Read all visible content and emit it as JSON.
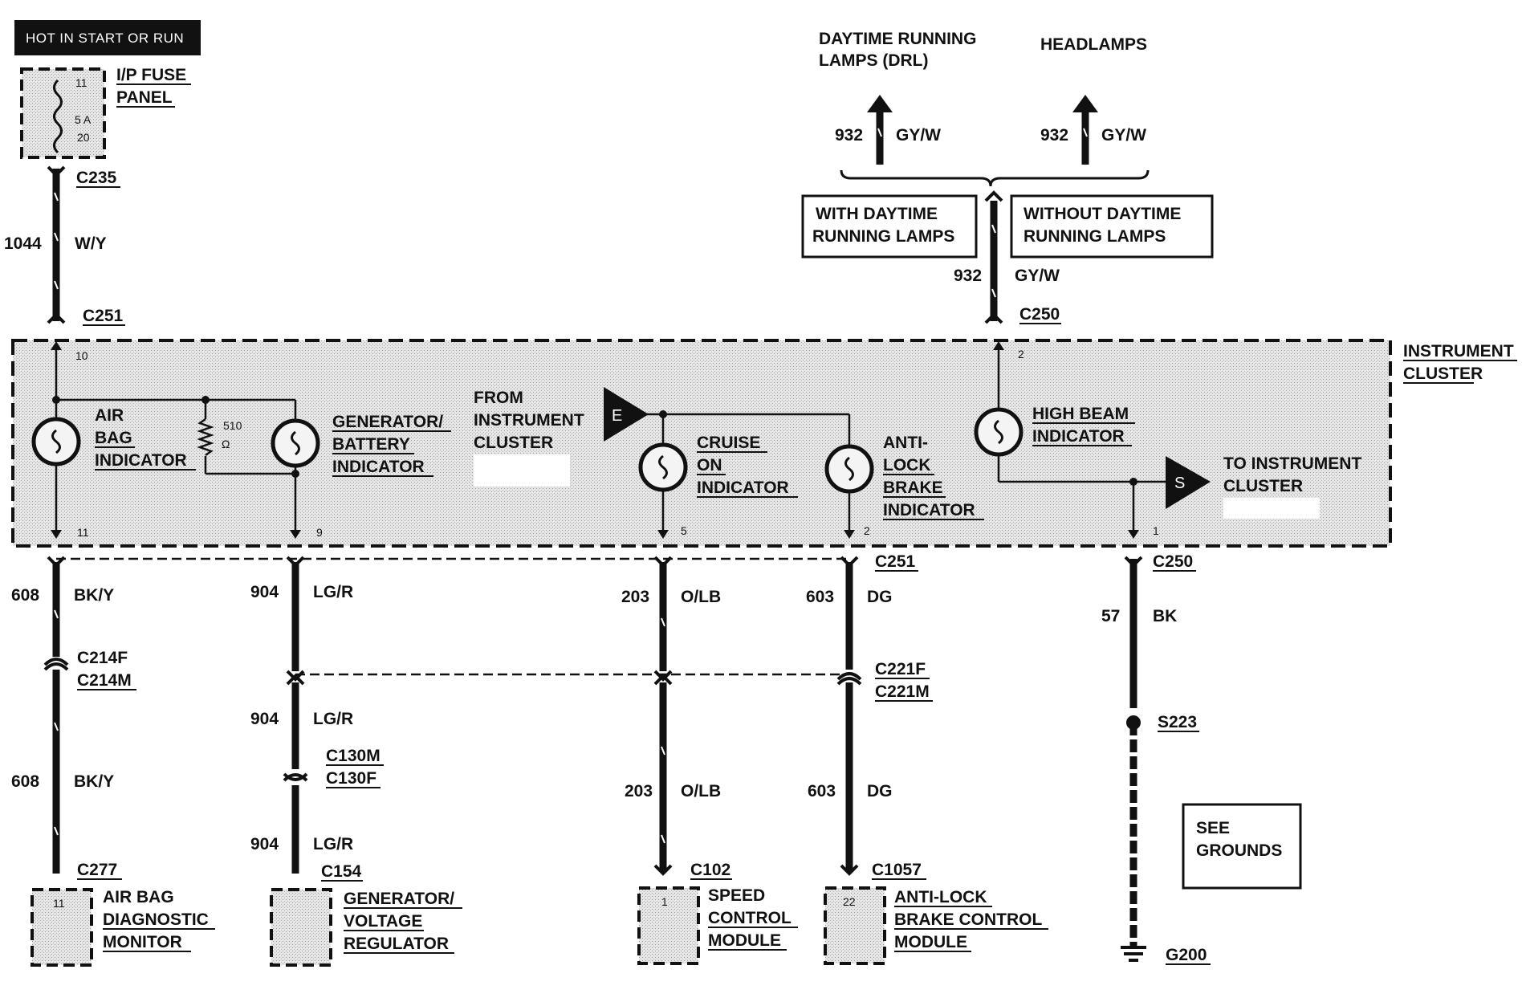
{
  "header": {
    "text": "HOT IN START OR RUN"
  },
  "fuse_panel": {
    "name_line1": "I/P FUSE",
    "name_line2": "PANEL",
    "fuse_number": "11",
    "rating": "5 A",
    "pin": "20"
  },
  "connectors": {
    "c235": "C235",
    "c251_top": "C251",
    "c250_top": "C250",
    "c251_bottom": "C251",
    "c250_bottom": "C250",
    "c214f": "C214F",
    "c214m": "C214M",
    "c221f": "C221F",
    "c221m": "C221M",
    "c130m": "C130M",
    "c130f": "C130F",
    "c277": "C277",
    "c154": "C154",
    "c102": "C102",
    "c1057": "C1057",
    "s223": "S223",
    "g200": "G200"
  },
  "wires": {
    "w1044": {
      "circuit": "1044",
      "color": "W/Y"
    },
    "w932_drl": {
      "circuit": "932",
      "color": "GY/W"
    },
    "w932_head": {
      "circuit": "932",
      "color": "GY/W"
    },
    "w932_main": {
      "circuit": "932",
      "color": "GY/W"
    },
    "w608_a": {
      "circuit": "608",
      "color": "BK/Y"
    },
    "w608_b": {
      "circuit": "608",
      "color": "BK/Y"
    },
    "w904_a": {
      "circuit": "904",
      "color": "LG/R"
    },
    "w904_b": {
      "circuit": "904",
      "color": "LG/R"
    },
    "w904_c": {
      "circuit": "904",
      "color": "LG/R"
    },
    "w203_a": {
      "circuit": "203",
      "color": "O/LB"
    },
    "w203_b": {
      "circuit": "203",
      "color": "O/LB"
    },
    "w603_a": {
      "circuit": "603",
      "color": "DG"
    },
    "w603_b": {
      "circuit": "603",
      "color": "DG"
    },
    "w57": {
      "circuit": "57",
      "color": "BK"
    }
  },
  "destinations": {
    "drl_line1": "DAYTIME RUNNING",
    "drl_line2": "LAMPS (DRL)",
    "headlamps": "HEADLAMPS",
    "with_drl_line1": "WITH DAYTIME",
    "with_drl_line2": "RUNNING LAMPS",
    "without_drl_line1": "WITHOUT DAYTIME",
    "without_drl_line2": "RUNNING LAMPS"
  },
  "cluster": {
    "name_line1": "INSTRUMENT",
    "name_line2": "CLUSTER",
    "airbag_line1": "AIR",
    "airbag_line2": "BAG",
    "airbag_line3": "INDICATOR",
    "resistor_value": "510",
    "resistor_unit": "Ω",
    "gen_line1": "GENERATOR/",
    "gen_line2": "BATTERY",
    "gen_line3": "INDICATOR",
    "from_line1": "FROM",
    "from_line2": "INSTRUMENT",
    "from_line3": "CLUSTER",
    "from_code": "E",
    "cruise_line1": "CRUISE",
    "cruise_line2": "ON",
    "cruise_line3": "INDICATOR",
    "abs_line1": "ANTI-",
    "abs_line2": "LOCK",
    "abs_line3": "BRAKE",
    "abs_line4": "INDICATOR",
    "hb_line1": "HIGH BEAM",
    "hb_line2": "INDICATOR",
    "to_line1": "TO INSTRUMENT",
    "to_line2": "CLUSTER",
    "to_code": "S",
    "pin_10": "10",
    "pin_11": "11",
    "pin_9": "9",
    "pin_5": "5",
    "pin_2a": "2",
    "pin_2b": "2",
    "pin_1": "1"
  },
  "modules": {
    "airbag_monitor": {
      "pin": "11",
      "line1": "AIR BAG",
      "line2": "DIAGNOSTIC",
      "line3": "MONITOR"
    },
    "gen_regulator": {
      "line1": "GENERATOR/",
      "line2": "VOLTAGE",
      "line3": "REGULATOR"
    },
    "speed_control": {
      "pin": "1",
      "line1": "SPEED",
      "line2": "CONTROL",
      "line3": "MODULE"
    },
    "abs_module": {
      "pin": "22",
      "line1": "ANTI-LOCK",
      "line2": "BRAKE CONTROL",
      "line3": "MODULE"
    }
  },
  "see_grounds": {
    "line1": "SEE",
    "line2": "GROUNDS"
  }
}
